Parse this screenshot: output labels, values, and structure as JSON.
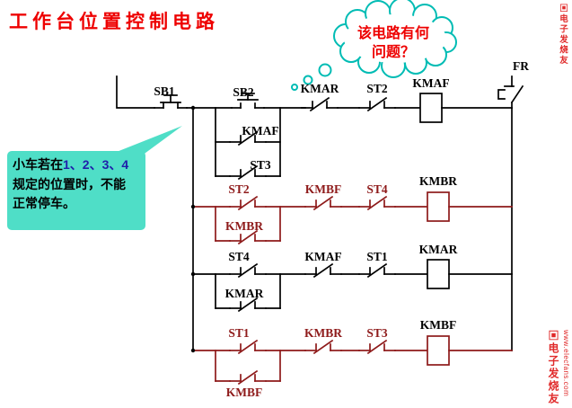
{
  "title": "工作台位置控制电路",
  "thought_bubble": {
    "line1": "该电路有何",
    "line2": "问题？"
  },
  "speech_bubble": {
    "line1_black": "小车若在",
    "line1_blue": "1、2、3、4",
    "line2": "规定的位置时，不能",
    "line3": "正常停车。"
  },
  "circuit": {
    "labels": {
      "fr": "FR",
      "sb1": "SB1",
      "sb2": "SB2",
      "r1_aux1": "KMAF",
      "r1_aux2": "ST3",
      "r1_c1": "KMAR",
      "r1_c2": "ST2",
      "r1_coil": "KMAF",
      "r2_main": "ST2",
      "r2_aux": "KMBR",
      "r2_c1": "KMBF",
      "r2_c2": "ST4",
      "r2_coil": "KMBR",
      "r3_main": "ST4",
      "r3_aux": "KMAR",
      "r3_c1": "KMAF",
      "r3_c2": "ST1",
      "r3_coil": "KMAR",
      "r4_main": "ST1",
      "r4_aux": "KMBF",
      "r4_c1": "KMBR",
      "r4_c2": "ST3",
      "r4_coil": "KMBF"
    }
  },
  "watermark_top": {
    "brand": "电子发烧友"
  },
  "watermark_bottom": {
    "brand": "电子发烧友",
    "url": "www.elecfans.com"
  },
  "icons": {
    "logo_glyph": "▣"
  },
  "colors": {
    "title_red": "#EE0000",
    "line_black": "#000000",
    "line_red": "#8E1A1A",
    "bubble_teal": "#00BCB4",
    "speech_fill": "#4FDEC7",
    "number_blue": "#2020AA",
    "watermark_red": "#E02A2A"
  }
}
